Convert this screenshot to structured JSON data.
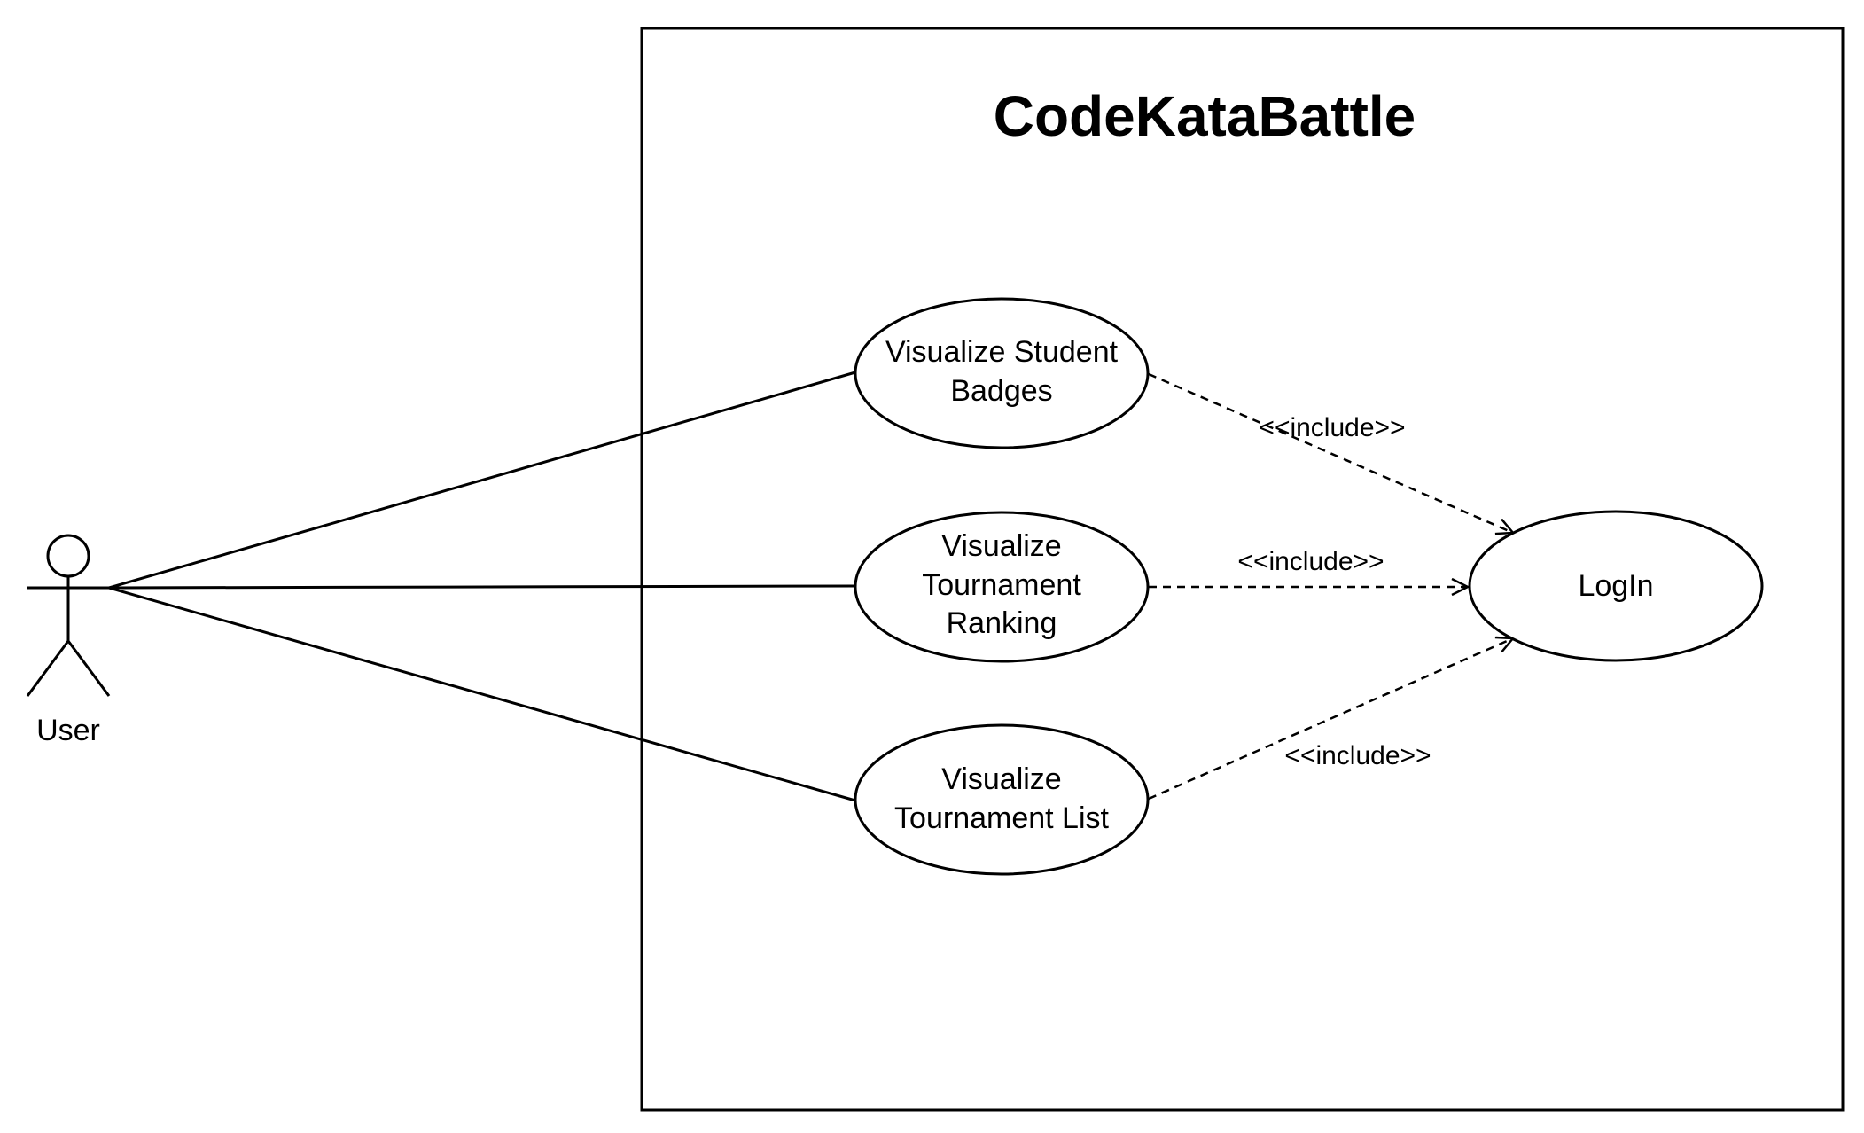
{
  "diagram": {
    "system_title": "CodeKataBattle",
    "actor": {
      "label": "User"
    },
    "use_cases": {
      "badges": {
        "line1": "Visualize Student",
        "line2": "Badges"
      },
      "ranking": {
        "line1": "Visualize",
        "line2": "Tournament",
        "line3": "Ranking"
      },
      "list": {
        "line1": "Visualize",
        "line2": "Tournament List"
      },
      "login": {
        "label": "LogIn"
      }
    },
    "relations": {
      "include_1": "<<include>>",
      "include_2": "<<include>>",
      "include_3": "<<include>>"
    }
  }
}
